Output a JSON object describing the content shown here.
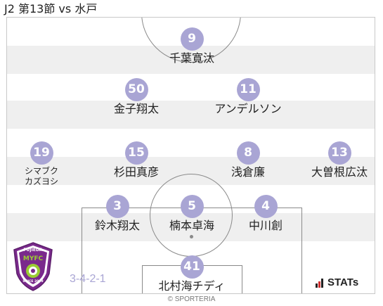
{
  "header": {
    "title": "J2 第13節 vs 水戸"
  },
  "players": [
    {
      "number": "9",
      "name": "千葉寛汰"
    },
    {
      "number": "50",
      "name": "金子翔太"
    },
    {
      "number": "11",
      "name": "アンデルソン"
    },
    {
      "number": "19",
      "name": "シマブク\nカズヨシ"
    },
    {
      "number": "15",
      "name": "杉田真彦"
    },
    {
      "number": "8",
      "name": "浅倉廉"
    },
    {
      "number": "13",
      "name": "大曽根広汰"
    },
    {
      "number": "3",
      "name": "鈴木翔太"
    },
    {
      "number": "5",
      "name": "楠本卓海"
    },
    {
      "number": "4",
      "name": "中川創"
    },
    {
      "number": "41",
      "name": "北村海チディ"
    }
  ],
  "formation": "3-4-2-1",
  "logo": {
    "top_text": "FUJIEDA",
    "mid_text": "MYFC",
    "bottom_text": "SINCE 2009",
    "colors": [
      "#7a2a8c",
      "#9acd32",
      "#ffffff"
    ]
  },
  "branding": {
    "stats_label": "STATs"
  },
  "footer": {
    "copyright": "© SPORTERIA"
  },
  "colors": {
    "number_circle": "#a9a5d4",
    "stripe": "#efefef",
    "pitch_line": "#8a8a8a"
  }
}
